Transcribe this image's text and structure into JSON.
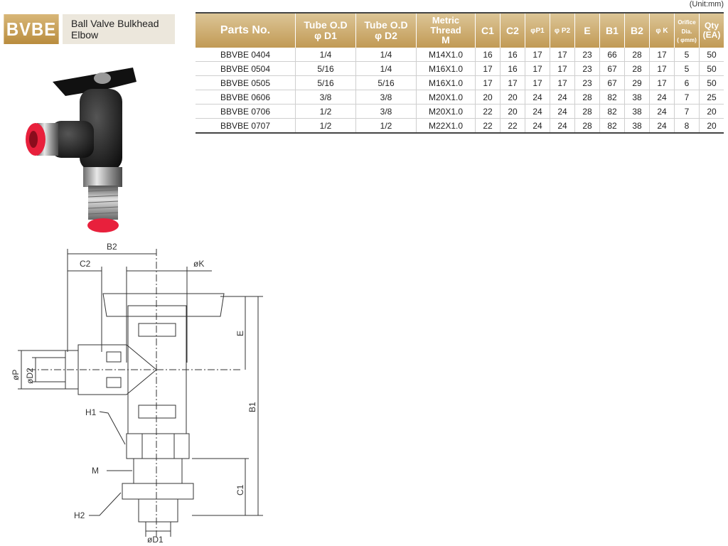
{
  "header": {
    "code": "BVBE",
    "name": "Ball Valve Bulkhead Elbow",
    "unit": "(Unit:mm)"
  },
  "table": {
    "columns": {
      "parts_no": "Parts No.",
      "tube_od_d1_line1": "Tube O.D",
      "tube_od_d1_line2": "φ D1",
      "tube_od_d2_line1": "Tube O.D",
      "tube_od_d2_line2": "φ D2",
      "metric_line1": "Metric Thread",
      "metric_line2": "M",
      "c1": "C1",
      "c2": "C2",
      "p1": "φP1",
      "p2": "φ P2",
      "e": "E",
      "b1": "B1",
      "b2": "B2",
      "k": "φ K",
      "orifice_line1": "Orifice Dia.",
      "orifice_line2": "( φmm)",
      "qty_line1": "Qty",
      "qty_line2": "(EA)"
    },
    "rows": [
      [
        "BBVBE 0404",
        "1/4",
        "1/4",
        "M14X1.0",
        "16",
        "16",
        "17",
        "17",
        "23",
        "66",
        "28",
        "17",
        "5",
        "50"
      ],
      [
        "BBVBE 0504",
        "5/16",
        "1/4",
        "M16X1.0",
        "17",
        "16",
        "17",
        "17",
        "23",
        "67",
        "28",
        "17",
        "5",
        "50"
      ],
      [
        "BBVBE 0505",
        "5/16",
        "5/16",
        "M16X1.0",
        "17",
        "17",
        "17",
        "17",
        "23",
        "67",
        "29",
        "17",
        "6",
        "50"
      ],
      [
        "BBVBE 0606",
        "3/8",
        "3/8",
        "M20X1.0",
        "20",
        "20",
        "24",
        "24",
        "28",
        "82",
        "38",
        "24",
        "7",
        "25"
      ],
      [
        "BBVBE 0706",
        "1/2",
        "3/8",
        "M20X1.0",
        "22",
        "20",
        "24",
        "24",
        "28",
        "82",
        "38",
        "24",
        "7",
        "20"
      ],
      [
        "BBVBE 0707",
        "1/2",
        "1/2",
        "M22X1.0",
        "22",
        "22",
        "24",
        "24",
        "28",
        "82",
        "38",
        "24",
        "8",
        "20"
      ]
    ]
  },
  "drawing": {
    "labels": {
      "b2": "B2",
      "c2": "C2",
      "k": "øK",
      "e": "E",
      "p": "øP",
      "d2": "øD2",
      "b1": "B1",
      "h1": "H1",
      "m": "M",
      "c1": "C1",
      "h2": "H2",
      "d1": "øD1"
    }
  },
  "colors": {
    "header_gold": "#c19a55",
    "badge_gold": "#b98c3e",
    "fitting_red": "#e8203c"
  }
}
